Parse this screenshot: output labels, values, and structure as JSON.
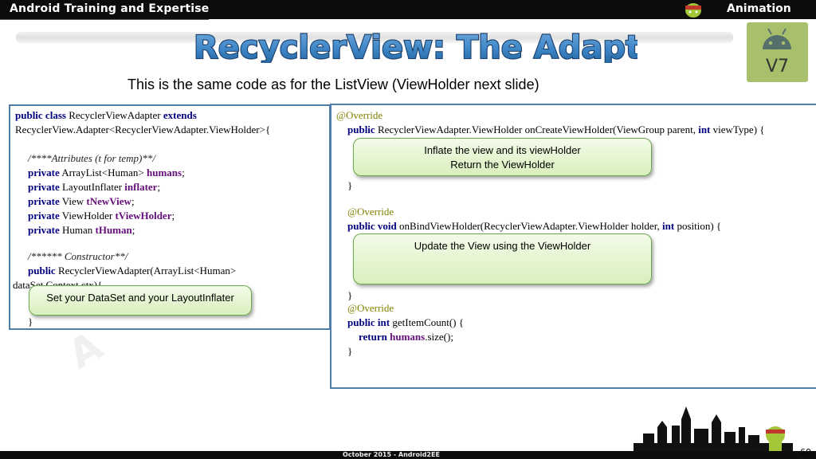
{
  "header": {
    "brand": "Android Training and Expertise",
    "section": "Animation"
  },
  "slide": {
    "title": "RecyclerView: The AdapterCode",
    "subtitle": "This is the same code as for the ListView (ViewHolder next slide)",
    "badge": "V7",
    "page": "60"
  },
  "left_code": {
    "class_kw": "public class",
    "class_name": " RecyclerViewAdapter ",
    "extends_kw": "extends",
    "superclass": "RecyclerView.Adapter<RecyclerViewAdapter.ViewHolder>{",
    "attr_comment": "/****Attributes (t for temp)**/",
    "fields": [
      {
        "kw": "private",
        "type": " ArrayList<Human> ",
        "name": "humans",
        "end": ";"
      },
      {
        "kw": "private",
        "type": " LayoutInflater ",
        "name": "inflater",
        "end": ";"
      },
      {
        "kw": "private",
        "type": " View ",
        "name": "tNewView",
        "end": ";"
      },
      {
        "kw": "private",
        "type": " ViewHolder ",
        "name": "tViewHolder",
        "end": ";"
      },
      {
        "kw": "private",
        "type": " Human ",
        "name": "tHuman",
        "end": ";"
      }
    ],
    "ctor_comment": "/****** Constructor**/",
    "ctor_kw": "public",
    "ctor_sig": " RecyclerViewAdapter(ArrayList<Human>",
    "ctor_sig2": "dataSet,Context ctx){",
    "close": "}"
  },
  "right_code": {
    "override": "@Override",
    "public": "public",
    "create_sig": " RecyclerViewAdapter.ViewHolder onCreateViewHolder(ViewGroup parent, ",
    "int": "int",
    "create_end": " viewType) {",
    "close": "}",
    "public_void": "public void",
    "bind_sig": " onBindViewHolder(RecyclerViewAdapter.ViewHolder holder, ",
    "bind_end": " position) {",
    "public_int": "public int",
    "count_sig": " getItemCount() {",
    "return_kw": "return",
    "field": "humans",
    "return_end": ".size();"
  },
  "callouts": {
    "create_line1": "Inflate the view and its viewHolder",
    "create_line2": "Return the ViewHolder",
    "bind": "Update the View using the ViewHolder",
    "ctor": "Set your DataSet and your LayoutInflater"
  },
  "footer": {
    "date": "October 2015 - Android2EE"
  },
  "colors": {
    "panel_border": "#4f7fa8",
    "keyword": "#000080",
    "field": "#660e7a",
    "annotation": "#808000",
    "callout_green": "#d9efbd"
  },
  "icons": {
    "mascot": "android-mascot-icon",
    "badge": "android-robot-icon",
    "skyline": "city-skyline-icon"
  }
}
